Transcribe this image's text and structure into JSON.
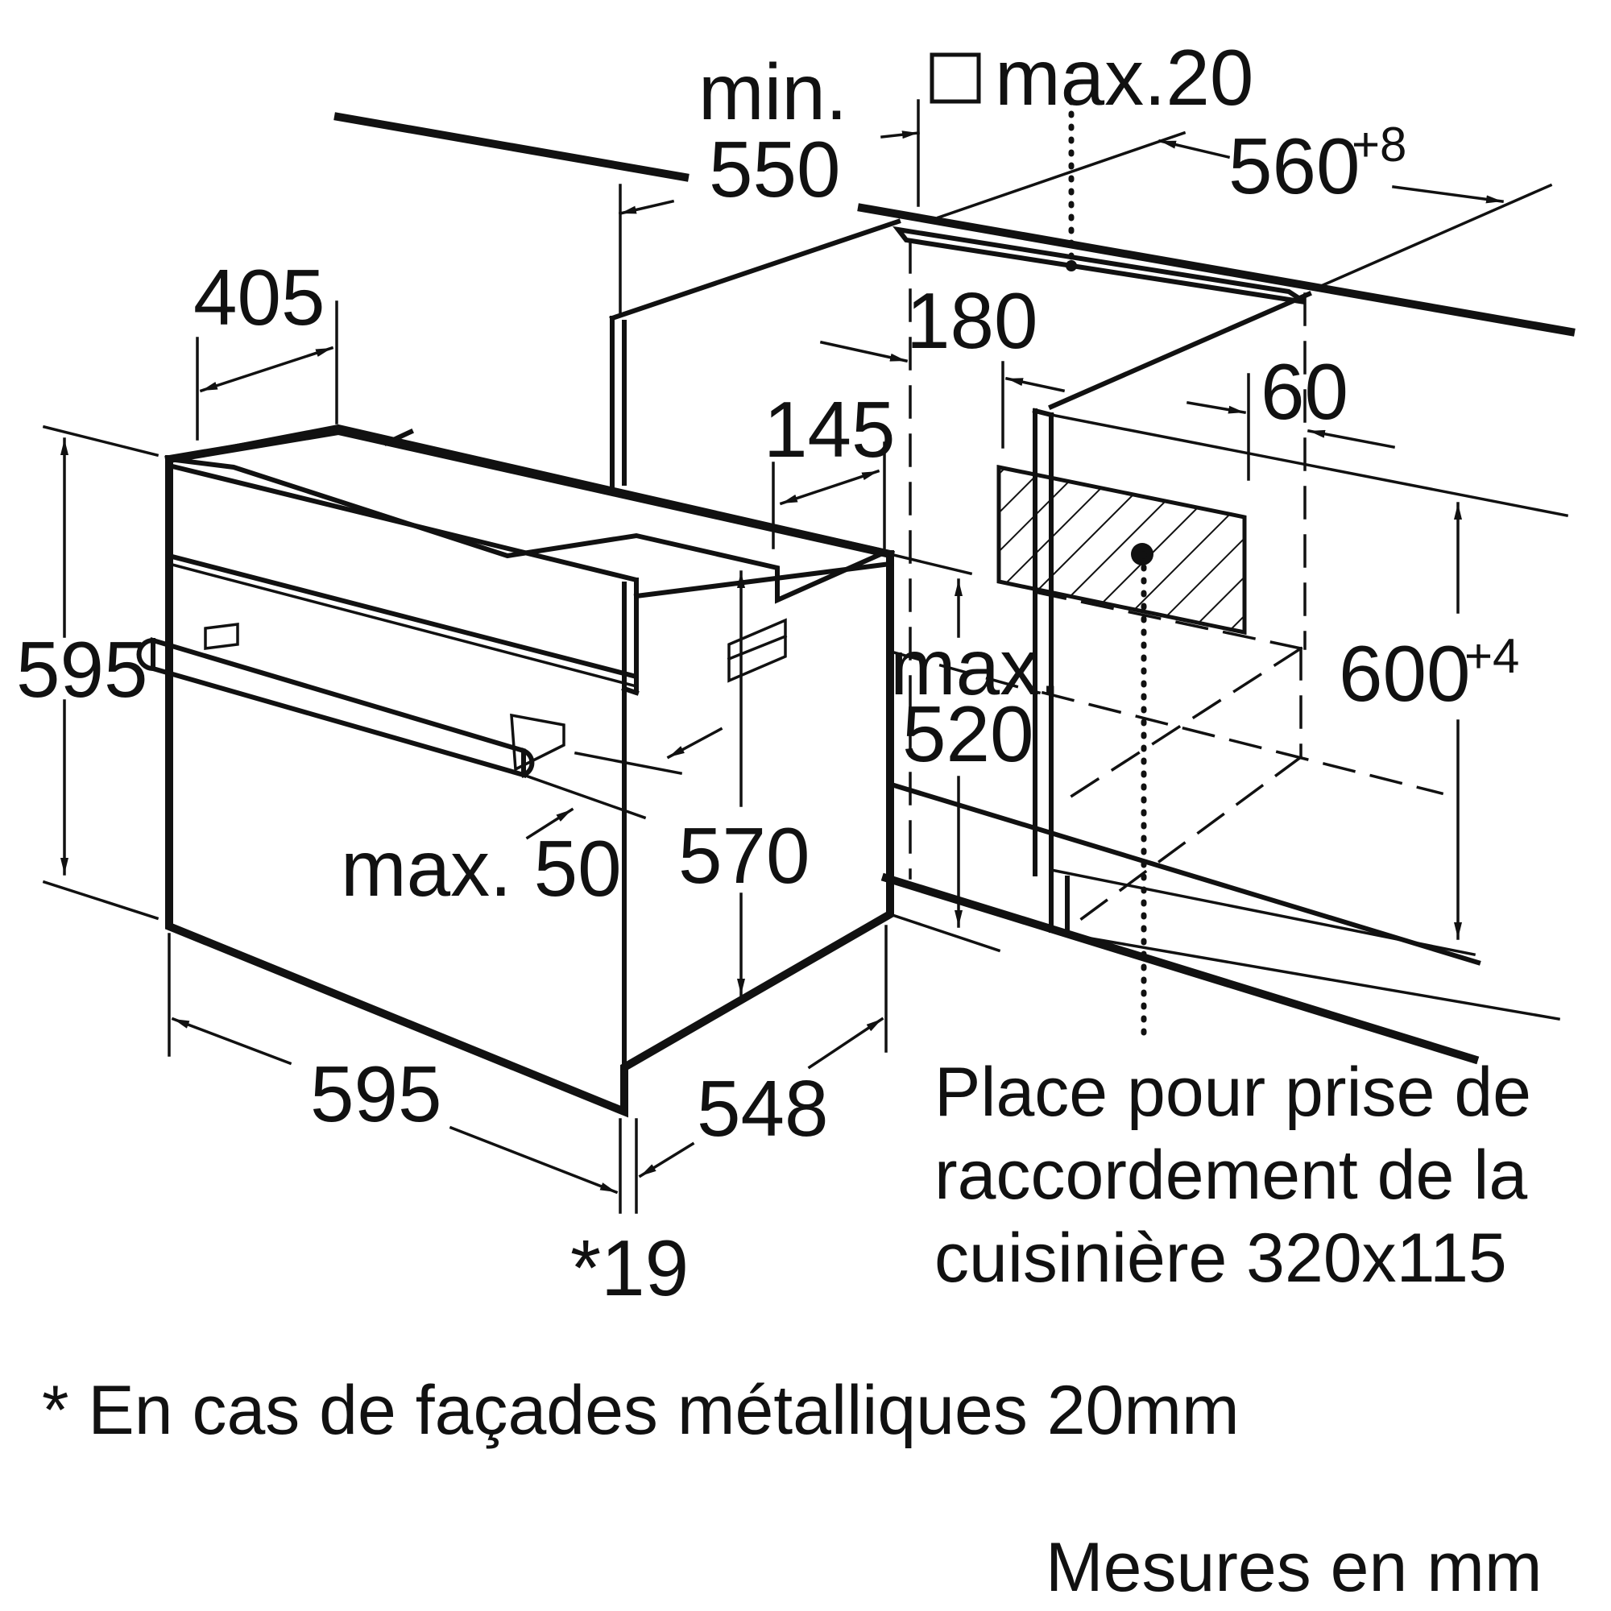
{
  "diagram": {
    "dimensions": {
      "min_label": "min.",
      "min_value": "550",
      "square_max": "max.20",
      "niche_width": "560",
      "niche_width_tol": "+8",
      "depth_405": "405",
      "height_180": "180",
      "gap_60": "60",
      "depth_145": "145",
      "height_595": "595",
      "niche_height": "600",
      "niche_height_tol": "+4",
      "max_label": "max.",
      "max_520": "520",
      "front_570": "570",
      "max_50": "max. 50",
      "width_595": "595",
      "depth_548": "548",
      "front_19": "*19"
    },
    "socket_note": [
      "Place pour prise de",
      "raccordement de la",
      "cuisinière 320x115"
    ],
    "footnote": "* En cas de façades métalliques 20mm",
    "units_note": "Mesures en mm"
  }
}
